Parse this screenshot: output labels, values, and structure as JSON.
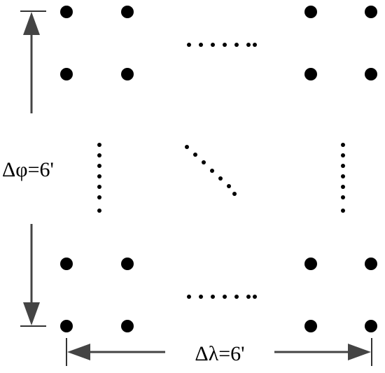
{
  "diagram": {
    "latitude_spacing_label": "Δφ=6'",
    "longitude_spacing_label": "Δλ=6'",
    "colors": {
      "dot": "#000000",
      "arrow": "#444444",
      "background": "#ffffff"
    },
    "icons": {
      "arrow": "arrowhead",
      "ellipsis": "dotted-ellipsis"
    }
  }
}
